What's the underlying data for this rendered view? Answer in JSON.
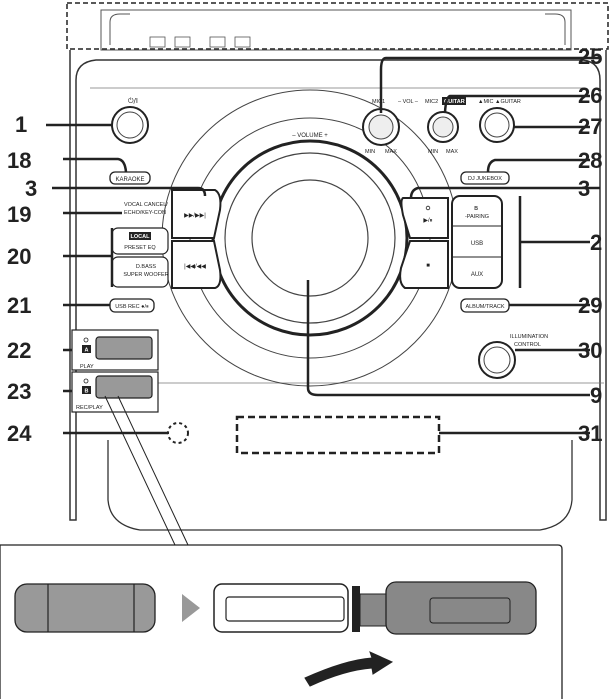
{
  "callouts": {
    "n1": "1",
    "n2": "2",
    "n3a": "3",
    "n3b": "3",
    "n9": "9",
    "n18": "18",
    "n19": "19",
    "n20": "20",
    "n21": "21",
    "n22": "22",
    "n23": "23",
    "n24": "24",
    "n25": "25",
    "n26": "26",
    "n27": "27",
    "n28": "28",
    "n29": "29",
    "n30": "30",
    "n31": "31"
  },
  "labels": {
    "power": "⏻/I",
    "volume": "–  VOLUME  +",
    "mic1": "MIC1",
    "vol": "– VOL –",
    "mic2": "MIC2",
    "guitar1": "GUITAR",
    "mic_guitar": "▲MIC ▲GUITAR",
    "min1": "MIN",
    "max1": "MAX",
    "min2": "MIN",
    "max2": "MAX",
    "karaoke": "KARAOKE",
    "vocal_cancel": "VOCAL CANCEL/",
    "echo_key_con": "ECHO/KEY-CON",
    "local": "LOCAL",
    "preset_eq": "PRESET EQ",
    "dbass": "D.BASS",
    "super_woofer": "SUPER WOOFER",
    "usb_rec": "USB REC ●/⏸",
    "skip_fwd": "▶▶/▶▶|",
    "skip_back": "|◀◀/◀◀",
    "play_pause": "▶/⏸",
    "stop": "■",
    "pairing": "-PAIRING",
    "usb": "USB",
    "aux": "AUX",
    "dj_jukebox": "DJ JUKEBOX",
    "album_track": "ALBUM/TRACK",
    "illumination": "ILLUMINATION",
    "control": "CONTROL",
    "port_a": "A",
    "port_b": "B",
    "play": "PLAY",
    "rec_play": "REC/PLAY"
  }
}
